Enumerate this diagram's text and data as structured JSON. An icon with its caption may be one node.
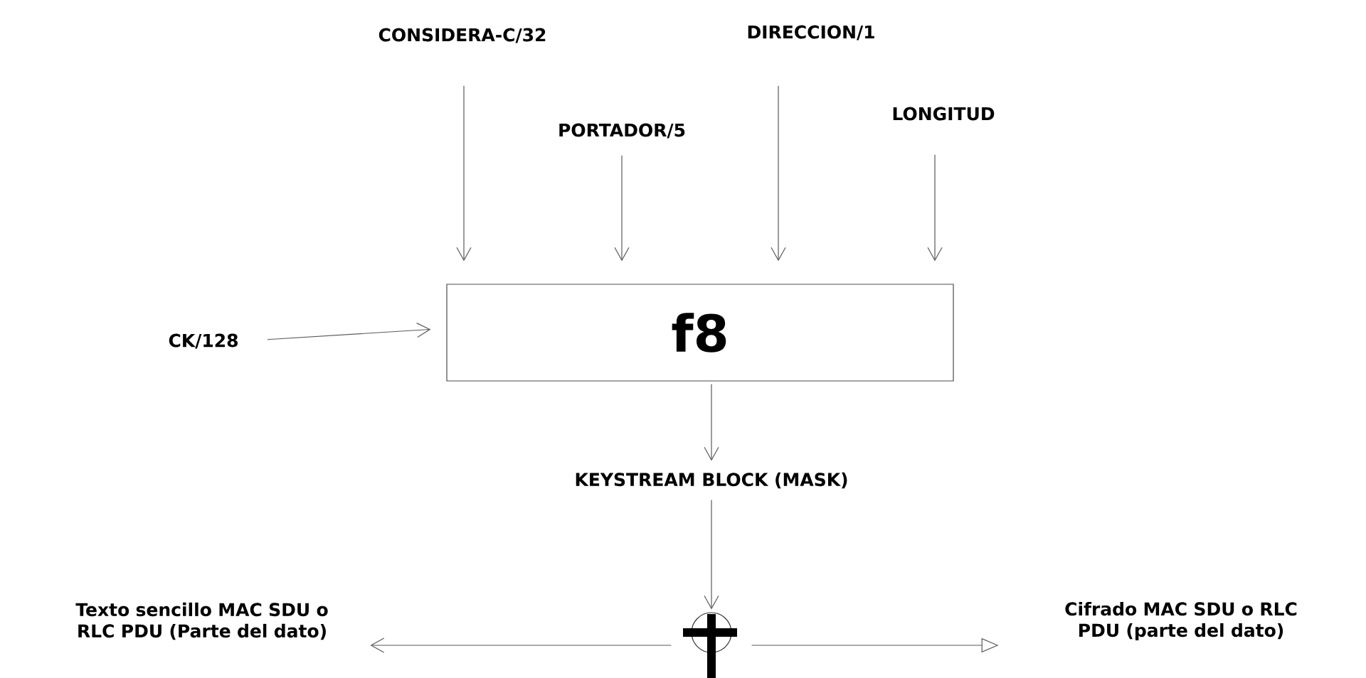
{
  "diagram": {
    "nodes": [
      {
        "text": [
          "CONSIDERA-C/32"
        ]
      },
      {
        "text": [
          "DIRECCION/1"
        ]
      },
      {
        "text": [
          "PORTADOR/5"
        ]
      },
      {
        "text": [
          "LONGITUD"
        ]
      },
      {
        "text": [
          "CK/128"
        ]
      },
      {
        "text": [
          "f8"
        ]
      },
      {
        "text": [
          "KEYSTREAM BLOCK (MASK)"
        ]
      },
      {
        "text": [
          "Texto sencillo MAC SDU o RLC PDU (Parte del dato)"
        ]
      },
      {
        "text": [],
        "shape": "circle"
      },
      {
        "text": [
          "Cifrado MAC SDU o RLC PDU (parte del dato)"
        ]
      }
    ],
    "edges": [
      {
        "from": 0,
        "to": 5,
        "arrow": "to"
      },
      {
        "from": 2,
        "to": 5,
        "arrow": "to"
      },
      {
        "from": 1,
        "to": 5,
        "arrow": "to"
      },
      {
        "from": 3,
        "to": 5,
        "arrow": "to"
      },
      {
        "from": 4,
        "to": 5,
        "arrow": "to"
      },
      {
        "from": 5,
        "to": 6,
        "arrow": "to"
      },
      {
        "from": 6,
        "to": 8,
        "arrow": "to"
      },
      {
        "from": 8,
        "to": 7,
        "arrow": "to"
      },
      {
        "from": 8,
        "to": 9,
        "arrow": "to"
      }
    ]
  }
}
